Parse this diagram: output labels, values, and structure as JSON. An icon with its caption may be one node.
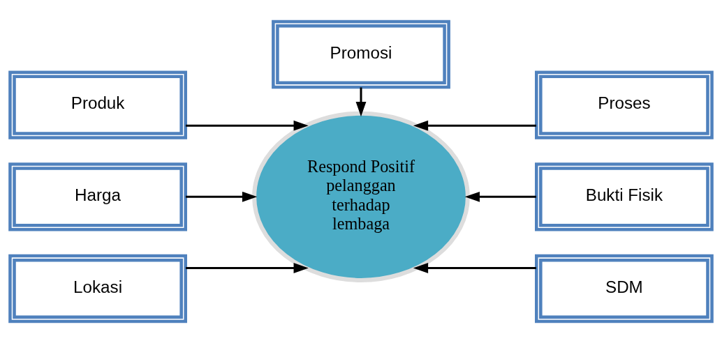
{
  "diagram": {
    "nodes": [
      {
        "text": [
          "Produk"
        ]
      },
      {
        "text": [
          "Respond Positif pelanggan terhadap lembaga"
        ]
      },
      {
        "text": [
          "Proses"
        ]
      },
      {
        "text": [
          "Harga"
        ]
      },
      {
        "text": [
          "Bukti Fisik"
        ]
      },
      {
        "text": [
          "Lokasi"
        ]
      },
      {
        "text": [
          "SDM"
        ]
      },
      {
        "text": [
          "Promosi"
        ]
      }
    ],
    "edges": [
      {
        "from": 0,
        "to": 1,
        "arrow": "to"
      },
      {
        "from": 3,
        "to": 1,
        "arrow": "to"
      },
      {
        "from": 5,
        "to": 1,
        "arrow": "to"
      },
      {
        "from": 2,
        "to": 1,
        "arrow": "to"
      },
      {
        "from": 4,
        "to": 1,
        "arrow": "to"
      },
      {
        "from": 6,
        "to": 1,
        "arrow": "to"
      },
      {
        "from": 7,
        "to": 1,
        "arrow": "to"
      }
    ]
  }
}
